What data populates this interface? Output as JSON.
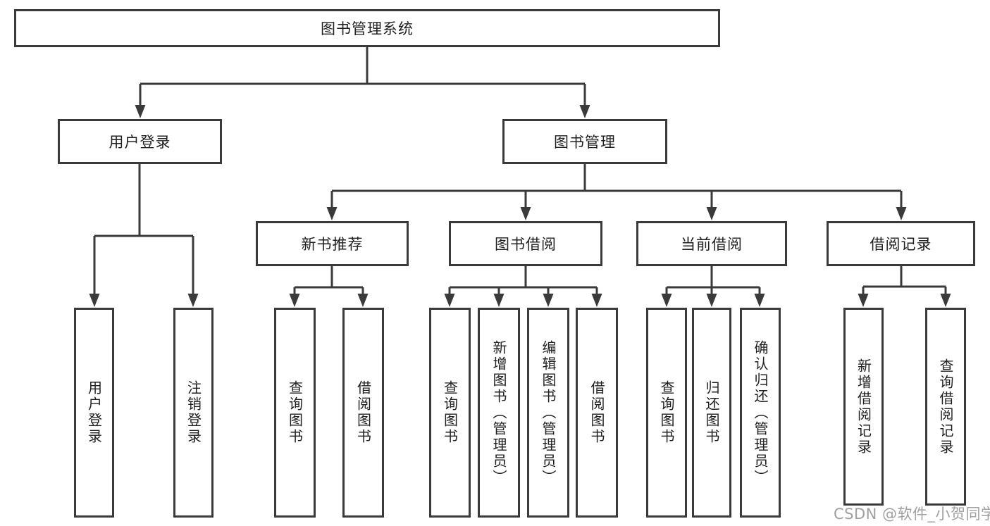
{
  "tree": {
    "label": "图书管理系统",
    "children": [
      {
        "label": "用户登录",
        "children": [
          {
            "label": "用户登录"
          },
          {
            "label": "注销登录"
          }
        ]
      },
      {
        "label": "图书管理",
        "children": [
          {
            "label": "新书推荐",
            "children": [
              {
                "label": "查询图书"
              },
              {
                "label": "借阅图书"
              }
            ]
          },
          {
            "label": "图书借阅",
            "children": [
              {
                "label": "查询图书"
              },
              {
                "label": "新增图书（管理员）"
              },
              {
                "label": "编辑图书（管理员）"
              },
              {
                "label": "借阅图书"
              }
            ]
          },
          {
            "label": "当前借阅",
            "children": [
              {
                "label": "查询图书"
              },
              {
                "label": "归还图书"
              },
              {
                "label": "确认归还（管理员）"
              }
            ]
          },
          {
            "label": "借阅记录",
            "children": [
              {
                "label": "新增借阅记录"
              },
              {
                "label": "查询借阅记录"
              }
            ]
          }
        ]
      }
    ]
  },
  "watermark": "CSDN @软件_小贺同学",
  "colors": {
    "line": "#3a3a3a",
    "text": "#1f1f1f",
    "watermark": "#989898",
    "background": "#ffffff"
  }
}
